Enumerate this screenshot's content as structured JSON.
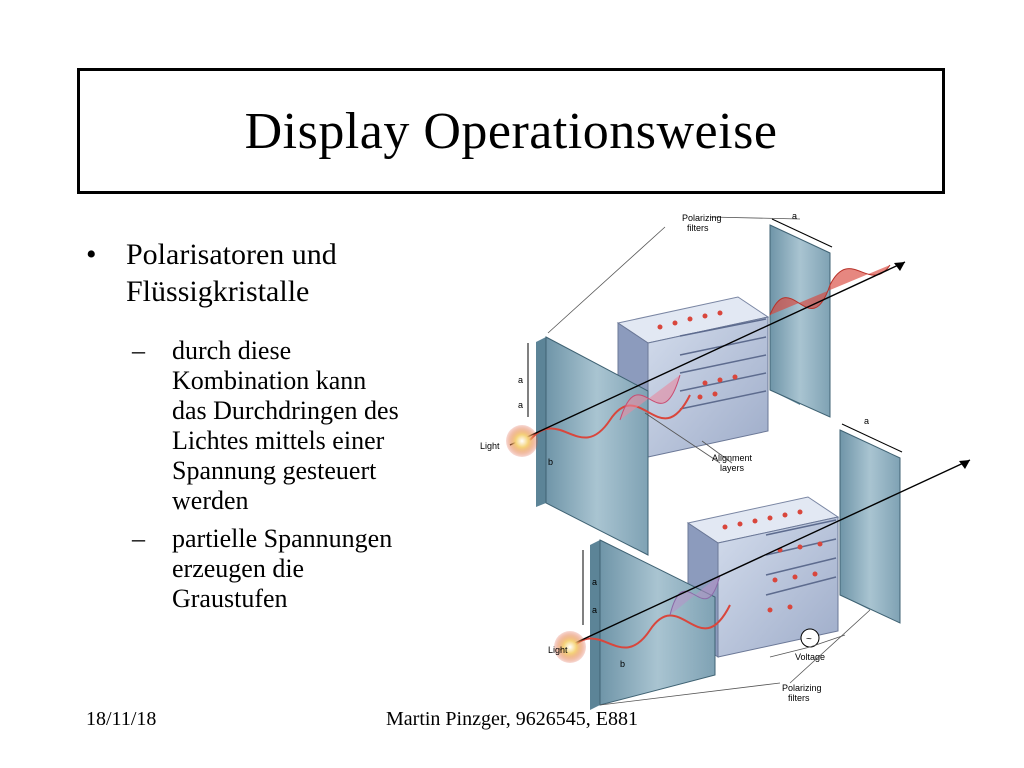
{
  "slide": {
    "title": "Display Operationsweise",
    "bullet_main": "Polarisatoren und\nFlüssigkristalle",
    "subbullets": [
      "durch diese\nKombination kann\ndas Durchdringen des\nLichtes mittels einer\nSpannung gesteuert\nwerden",
      "partielle Spannungen\nerzeugen die\nGraustufen"
    ],
    "bullet_symbol": "•",
    "dash_symbol": "–"
  },
  "diagram": {
    "label_polarizing_top": "Polarizing\nfilters",
    "label_a": "a",
    "label_b": "b",
    "label_light": "Light",
    "label_alignment": "Alignment\nlayers",
    "label_voltage": "Voltage",
    "label_polarizing_bottom": "Polarizing\nfilters",
    "voltage_symbol": "~"
  },
  "footer": {
    "date": "18/11/18",
    "author": "Martin Pinzger, 9626545, E881"
  },
  "colors": {
    "panel": "#8fb1c2",
    "panel_dark": "#5c8497",
    "cube": "#b7c4dd",
    "wave_red": "#d9463c",
    "wave_pink": "#e88aa0"
  }
}
